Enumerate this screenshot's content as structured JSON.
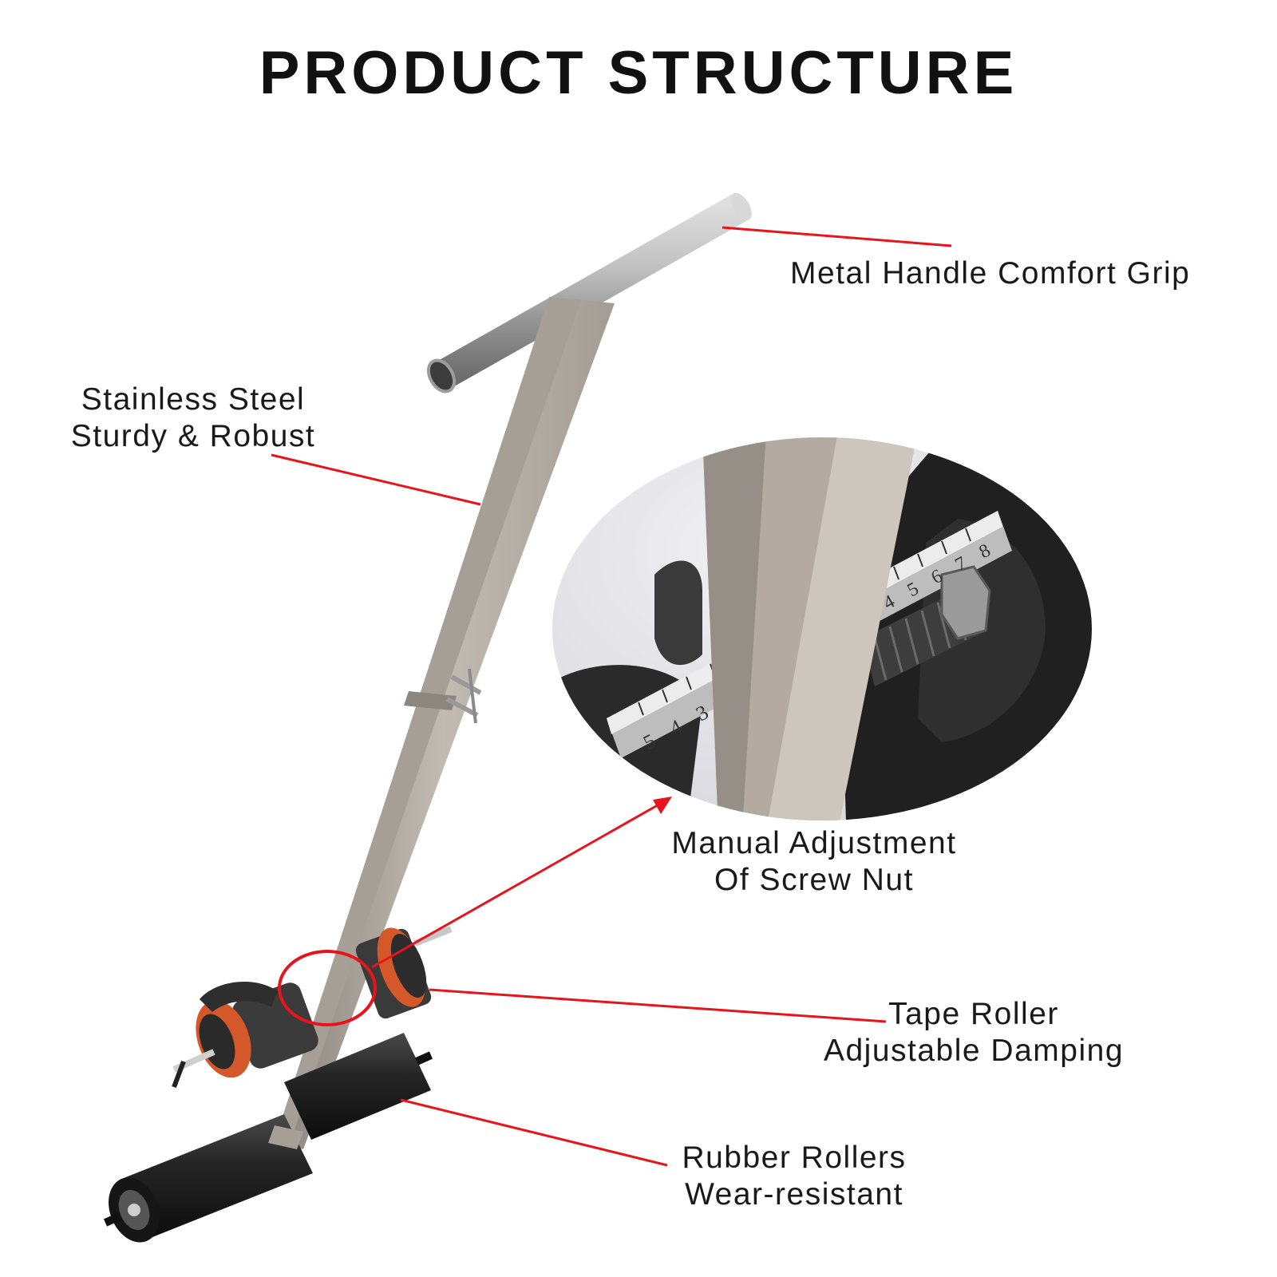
{
  "title": "PRODUCT STRUCTURE",
  "callouts": {
    "handle": {
      "line1": "Metal Handle Comfort Grip"
    },
    "steel": {
      "line1": "Stainless Steel",
      "line2": "Sturdy & Robust"
    },
    "nut": {
      "line1": "Manual Adjustment",
      "line2": "Of Screw Nut"
    },
    "tape": {
      "line1": "Tape Roller",
      "line2": "Adjustable Damping"
    },
    "rubber": {
      "line1": "Rubber Rollers",
      "line2": "Wear-resistant"
    }
  },
  "detail_scale_marks": [
    "5",
    "4",
    "3",
    "4",
    "5",
    "6",
    "7",
    "8"
  ],
  "colors": {
    "leader": "#e8141c",
    "steel": "#b3aba2",
    "rubber": "#1e1e1e",
    "gear": "#d4582a"
  }
}
